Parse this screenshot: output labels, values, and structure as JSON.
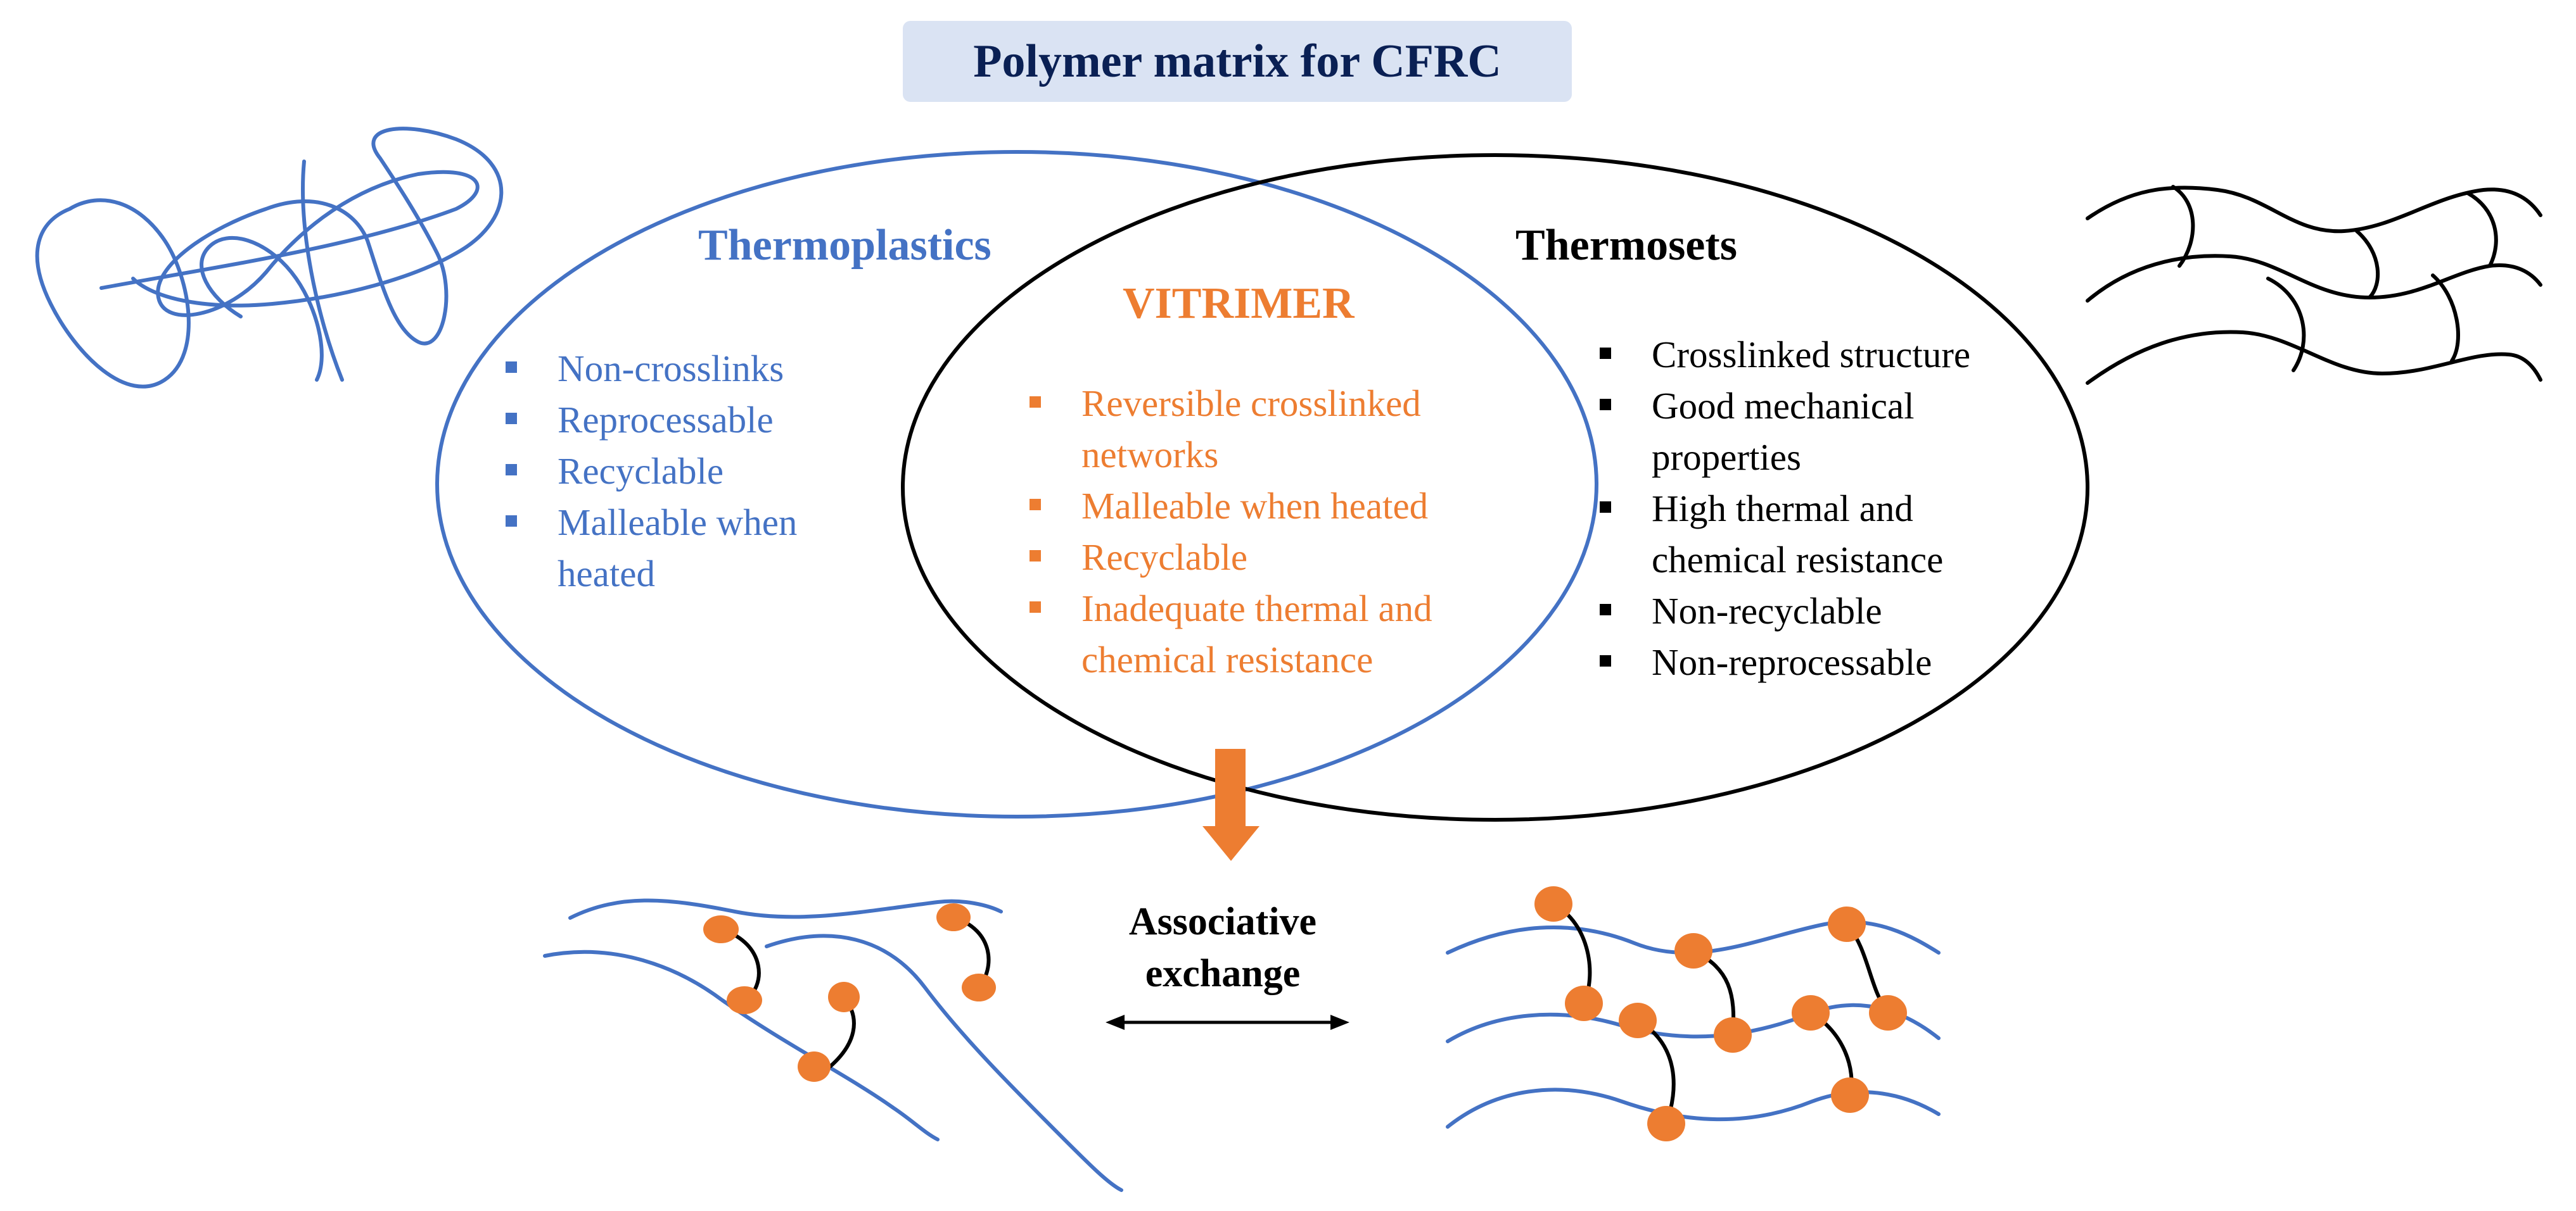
{
  "title": "Polymer matrix for CFRC",
  "colors": {
    "thermoplastic": "#4472c4",
    "vitrimer": "#ed7d31",
    "thermoset": "#000000",
    "title_bg": "#dae3f3",
    "title_text": "#0a2054"
  },
  "thermoplastics": {
    "heading": "Thermoplastics",
    "items": [
      "Non-crosslinks",
      "Reprocessable",
      "Recyclable",
      "Malleable when",
      "heated"
    ]
  },
  "vitrimer": {
    "heading": "VITRIMER",
    "items": [
      "Reversible crosslinked",
      "networks",
      "Malleable when heated",
      "Recyclable",
      "Inadequate thermal and",
      "chemical resistance"
    ]
  },
  "thermosets": {
    "heading": "Thermosets",
    "items": [
      "Crosslinked structure",
      "Good mechanical",
      "properties",
      "High thermal and",
      "chemical resistance",
      "Non-recyclable",
      "Non-reprocessable"
    ]
  },
  "exchange": {
    "line1": "Associative",
    "line2": "exchange"
  },
  "icons": [
    "tangled-chain-icon",
    "crosslinked-network-icon",
    "down-arrow-icon",
    "double-arrow-icon"
  ]
}
